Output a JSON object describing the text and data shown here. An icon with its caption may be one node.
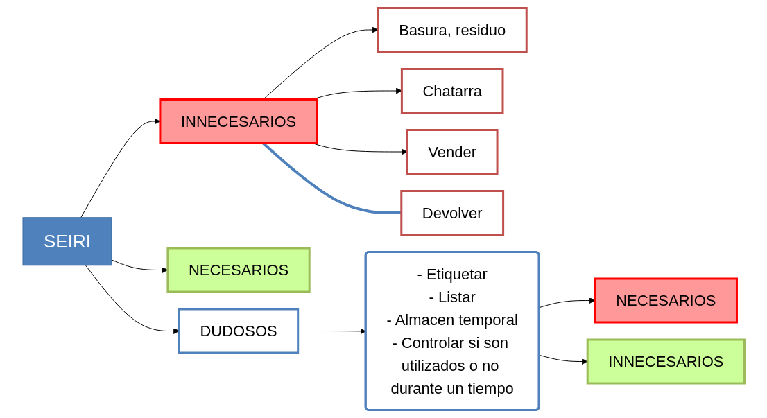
{
  "diagram": {
    "nodes": [
      {
        "text": [
          "SEIRI"
        ]
      },
      {
        "text": [
          "INNECESARIOS"
        ]
      },
      {
        "text": [
          "NECESARIOS"
        ]
      },
      {
        "text": [
          "DUDOSOS"
        ]
      },
      {
        "text": [
          "Basura, residuo"
        ]
      },
      {
        "text": [
          "Chatarra"
        ]
      },
      {
        "text": [
          "Vender"
        ]
      },
      {
        "text": [
          "Devolver"
        ]
      },
      {
        "text": [
          "- Etiquetar",
          "- Listar",
          "- Almacen temporal",
          "- Controlar si son utilizados o no durante un tiempo"
        ]
      },
      {
        "text": [
          "NECESARIOS"
        ]
      },
      {
        "text": [
          "INNECESARIOS"
        ]
      }
    ],
    "edges": [
      {
        "from": 0,
        "to": 1,
        "arrow": "to"
      },
      {
        "from": 0,
        "to": 2,
        "arrow": "to"
      },
      {
        "from": 0,
        "to": 3,
        "arrow": "to"
      },
      {
        "from": 1,
        "to": 4,
        "arrow": "to"
      },
      {
        "from": 1,
        "to": 5,
        "arrow": "to"
      },
      {
        "from": 1,
        "to": 6,
        "arrow": "to"
      },
      {
        "from": 1,
        "to": 7,
        "arrow": "none",
        "style": "thick",
        "color": "#4f81bd"
      },
      {
        "from": 3,
        "to": 8,
        "arrow": "to"
      },
      {
        "from": 8,
        "to": 9,
        "arrow": "to"
      },
      {
        "from": 8,
        "to": 10,
        "arrow": "to"
      }
    ]
  }
}
